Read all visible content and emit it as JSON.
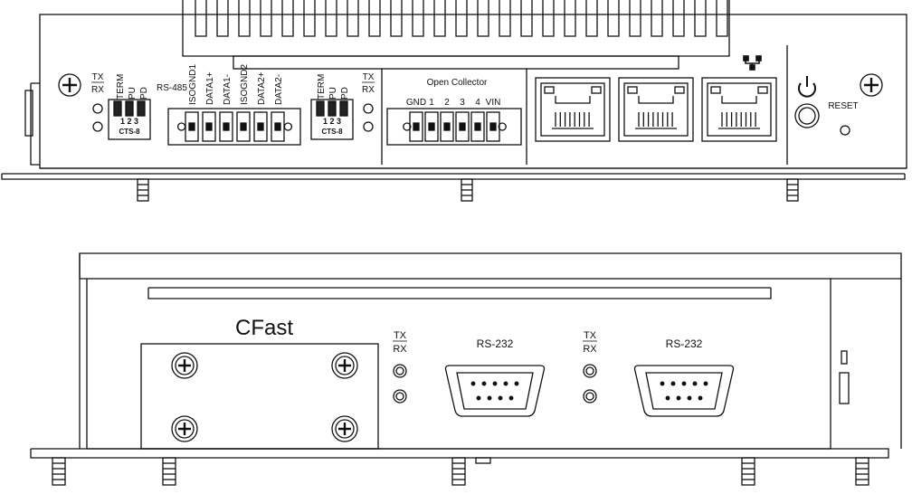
{
  "top_panel": {
    "serial1": {
      "tx": "TX",
      "rx": "RX",
      "term": "TERM",
      "pu": "PU",
      "pd": "PD",
      "pins": "1 2 3",
      "switch_label": "CTS-8"
    },
    "rs485": {
      "title": "RS-485",
      "pins": [
        "ISOGND1",
        "DATA1+",
        "DATA1-",
        "ISOGND2",
        "DATA2+",
        "DATA2-"
      ]
    },
    "serial2": {
      "term": "TERM",
      "pu": "PU",
      "pd": "PD",
      "tx": "TX",
      "rx": "RX",
      "pins": "1 2 3",
      "switch_label": "CTS-8"
    },
    "open_collector": {
      "title": "Open Collector",
      "pins": [
        "GND",
        "1",
        "2",
        "3",
        "4",
        "VIN"
      ]
    },
    "reset_label": "RESET",
    "power_icon": "power-icon",
    "network_icon": "network-icon"
  },
  "bottom_panel": {
    "cfast_label": "CFast",
    "serial_a": {
      "tx": "TX",
      "rx": "RX",
      "port_label": "RS-232"
    },
    "serial_b": {
      "tx": "TX",
      "rx": "RX",
      "port_label": "RS-232"
    }
  }
}
